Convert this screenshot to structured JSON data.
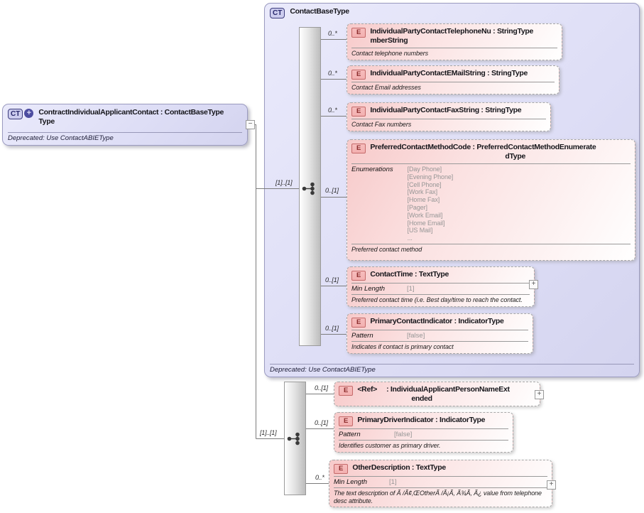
{
  "root": {
    "badge": "CT",
    "plus": "+",
    "title_line1": "ContractIndividualApplicantContact : ContactBaseType",
    "title_line2": "Type",
    "note": "Deprecated: Use ContactABIEType",
    "collapse": "−"
  },
  "base": {
    "badge": "CT",
    "title": "ContactBaseType",
    "note": "Deprecated: Use ContactABIEType",
    "group_cardinality": "[1]..[1]",
    "elements": [
      {
        "badge": "E",
        "t1": "IndividualPartyContactTelephoneNu : StringType",
        "t2": "mberString",
        "cardinality": "0..*",
        "annotation": "Contact telephone numbers"
      },
      {
        "badge": "E",
        "t1": "IndividualPartyContactEMailString : StringType",
        "cardinality": "0..*",
        "annotation": "Contact Email addresses"
      },
      {
        "badge": "E",
        "t1": "IndividualPartyContactFaxString : StringType",
        "cardinality": "0..*",
        "annotation": "Contact Fax numbers"
      },
      {
        "badge": "E",
        "t1": "PreferredContactMethodCode : PreferredContactMethodEnumerate",
        "t2": "dType",
        "cardinality": "0..[1]",
        "enum_label": "Enumerations",
        "enum_values": [
          "[Day Phone]",
          "[Evening Phone]",
          "[Cell Phone]",
          "[Work Fax]",
          "[Home Fax]",
          "[Pager]",
          "[Work Email]",
          "[Home Email]",
          "[US Mail]",
          "..."
        ],
        "annotation": "Preferred contact method"
      },
      {
        "badge": "E",
        "t1": "ContactTime : TextType",
        "cardinality": "0..[1]",
        "facet_label": "Min Length",
        "facet_value": "[1]",
        "annotation": "Preferred contact time (i.e. Best day/time to reach the contact.",
        "expand": "+"
      },
      {
        "badge": "E",
        "t1": "PrimaryContactIndicator : IndicatorType",
        "cardinality": "0..[1]",
        "facet_label": "Pattern",
        "facet_value": "[false]",
        "annotation": "Indicates if contact is primary contact"
      }
    ]
  },
  "extension": {
    "group_cardinality": "[1]..[1]",
    "elements": [
      {
        "badge": "E",
        "t1": "<Ref>     : IndividualApplicantPersonNameExt",
        "t2": "ended",
        "cardinality": "0..[1]",
        "expand": "+"
      },
      {
        "badge": "E",
        "t1": "PrimaryDriverIndicator : IndicatorType",
        "cardinality": "0..[1]",
        "facet_label": "Pattern",
        "facet_value": "[false]",
        "annotation": "Identifies customer as primary driver."
      },
      {
        "badge": "E",
        "t1": "OtherDescription : TextType",
        "cardinality": "0..*",
        "facet_label": "Min Length",
        "facet_value": "[1]",
        "annotation": "The text description of Ã /Ã¢‚ŒOtherÃ /Ã¡Ã, Ã¾Ã, Ã¿ value from telephone desc attribute.",
        "expand": "+"
      }
    ]
  }
}
